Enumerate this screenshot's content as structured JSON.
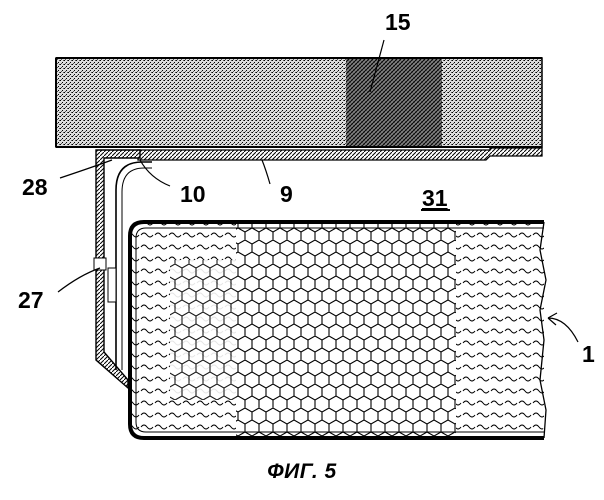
{
  "figure": {
    "caption": "ФИГ. 5",
    "labels": {
      "l15": "15",
      "l28": "28",
      "l10": "10",
      "l9": "9",
      "l31": "31",
      "l27": "27",
      "l1": "1"
    }
  }
}
